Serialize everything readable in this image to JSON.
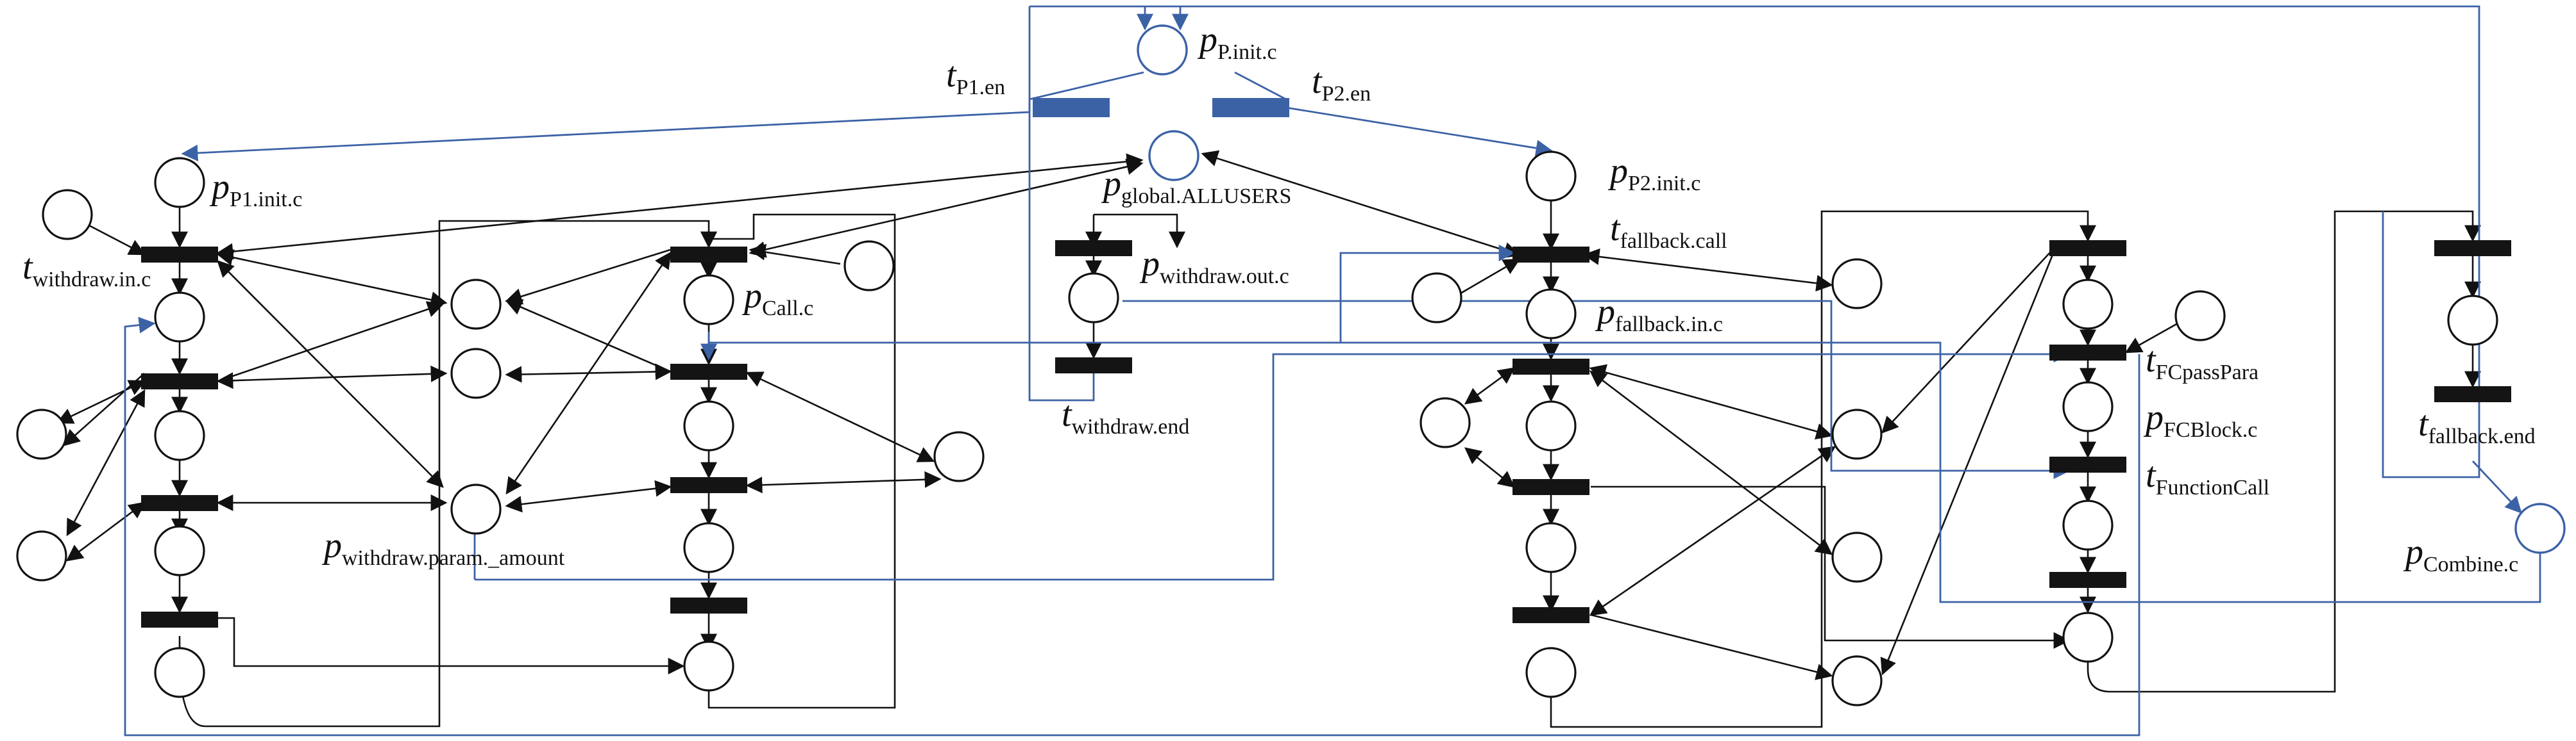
{
  "labels": {
    "p_P_init_c": "P.init.c",
    "t_P1_en": "P1.en",
    "t_P2_en": "P2.en",
    "p_P1_init_c": "P1.init.c",
    "p_global_ALLUSERS": "global.ALLUSERS",
    "p_P2_init_c": "P2.init.c",
    "t_withdraw_in_c": "withdraw.in.c",
    "p_Call_c": "Call.c",
    "p_withdraw_out_c": "withdraw.out.c",
    "t_fallback_call": "fallback.call",
    "p_fallback_in_c": "fallback.in.c",
    "t_withdraw_end": "withdraw.end",
    "p_withdraw_param_amount": "withdraw.param._amount",
    "t_FCpassPara": "FCpassPara",
    "p_FCBlock_c": "FCBlock.c",
    "t_FunctionCall": "FunctionCall",
    "t_fallback_end": "fallback.end",
    "p_Combine_c": "Combine.c"
  },
  "colors": {
    "black": "#111111",
    "blue": "#3c62a6"
  }
}
